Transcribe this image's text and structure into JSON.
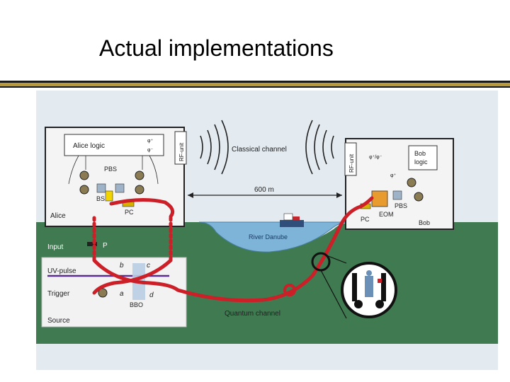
{
  "slide": {
    "title": "Actual implementations"
  },
  "figure": {
    "alice_logic": "Alice logic",
    "bob_logic_line1": "Bob",
    "bob_logic_line2": "logic",
    "rf_unit_alice": "RF-unit",
    "rf_unit_bob": "RF-unit",
    "classical_channel": "Classical channel",
    "distance": "600 m",
    "river": "River Danube",
    "quantum_channel": "Quantum channel",
    "alice": "Alice",
    "bob": "Bob",
    "source": "Source",
    "input": "Input",
    "uv_pulse": "UV-pulse",
    "trigger": "Trigger",
    "pbs": "PBS",
    "pbs_bob": "PBS",
    "bs": "BS",
    "pc_alice": "PC",
    "pc_bob": "PC",
    "eom": "EOM",
    "p": "P",
    "bbo": "BBO",
    "label_a": "a",
    "label_b": "b",
    "label_c": "c",
    "label_d": "d",
    "phi_plus_alice": "φ⁺",
    "phi_minus_alice": "φ⁻",
    "phi_bob": "φ⁺/φ⁻",
    "phi_plus_bob": "φ⁺"
  },
  "colors": {
    "fiber": "#cc1f27",
    "ground": "#3f7a50",
    "sky": "#dfe8ef",
    "water": "#7eb4d8",
    "rule_gold": "#b79a3c"
  }
}
